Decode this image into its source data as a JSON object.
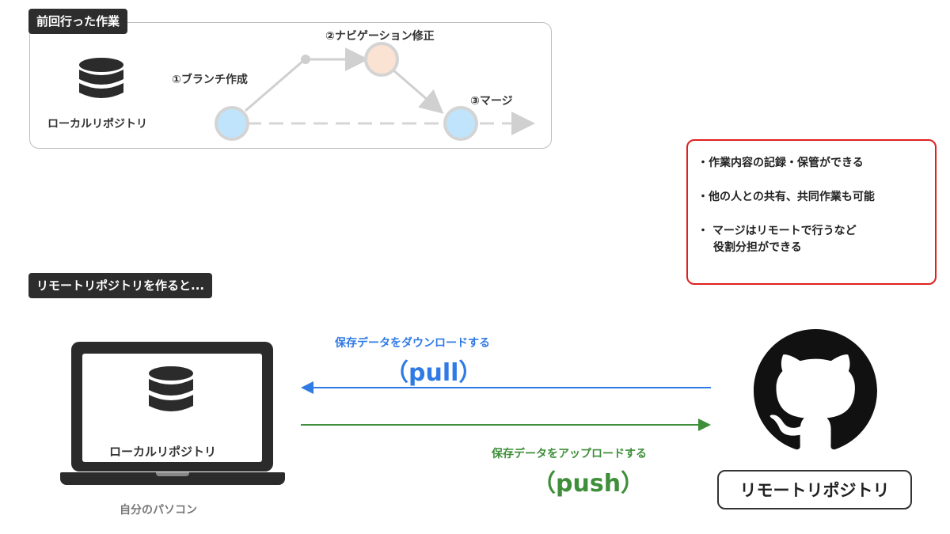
{
  "previous": {
    "tag": "前回行った作業",
    "repo_label": "ローカルリポジトリ",
    "step1": "①ブランチ作成",
    "step2": "②ナビゲーション修正",
    "step3": "③マージ"
  },
  "benefits": {
    "items": [
      "・作業内容の記録・保管ができる",
      "・他の人との共有、共同作業も可能",
      "・ マージはリモートで行うなど",
      "役割分担ができる"
    ]
  },
  "remote_section": {
    "tag": "リモートリポジトリを作ると...",
    "local_repo_label": "ローカルリポジトリ",
    "pc_label": "自分のパソコン",
    "pull_desc": "保存データをダウンロードする",
    "pull_label": "（pull）",
    "push_desc": "保存データをアップロードする",
    "push_label": "（push）",
    "remote_repo_label": "リモートリポジトリ"
  },
  "colors": {
    "pull": "#2f7ae5",
    "push": "#3f8f3a",
    "accent_red": "#e02020",
    "node_blue": "#bfe4fb",
    "node_orange": "#fbe3d3"
  },
  "icons": [
    "database-icon",
    "github-icon",
    "laptop-icon"
  ]
}
